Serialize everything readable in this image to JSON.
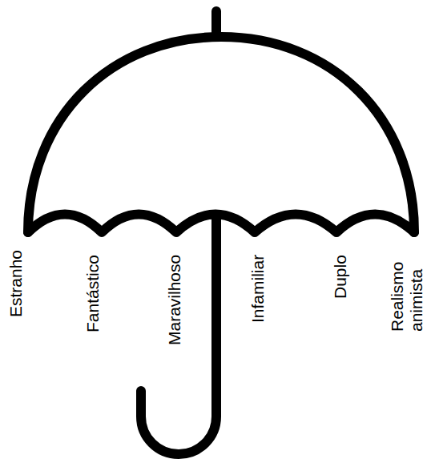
{
  "diagram": {
    "labels": [
      "Estranho",
      "Fantástico",
      "Maravilhoso",
      "Infamiliar",
      "Duplo",
      "Realismo animista"
    ]
  }
}
